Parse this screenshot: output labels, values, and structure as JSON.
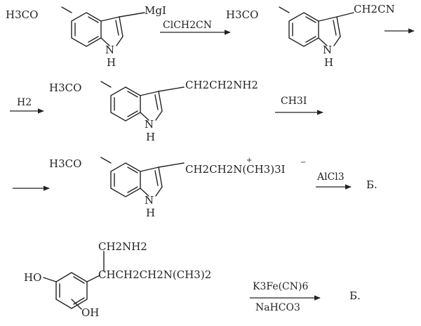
{
  "scheme": {
    "step1": {
      "start_substituent": "H3CO",
      "grignard": "MgI",
      "reagent": "ClCH2CN",
      "product_substituent": "H3CO",
      "product_side_chain": "CH2CN",
      "nh": "N",
      "h": "H"
    },
    "step2": {
      "reagent": "H2",
      "substituent": "H3CO",
      "side_chain": "CH2CH2NH2",
      "reagent_next": "CH3I",
      "nh": "N",
      "h": "H"
    },
    "step3": {
      "substituent": "H3CO",
      "side_chain": "CH2CH2N(CH3)3I",
      "plus": "+",
      "minus": "−",
      "reagent": "AlCl3",
      "label": "Б.",
      "nh": "N",
      "h": "H"
    },
    "step4": {
      "top_chain": "CH2NH2",
      "side_chain": "CHCH2CH2N(CH3)2",
      "ho": "HO",
      "oh": "OH",
      "reagent_top": "K3Fe(CN)6",
      "reagent_bottom": "NaHCO3",
      "label": "Б."
    }
  }
}
